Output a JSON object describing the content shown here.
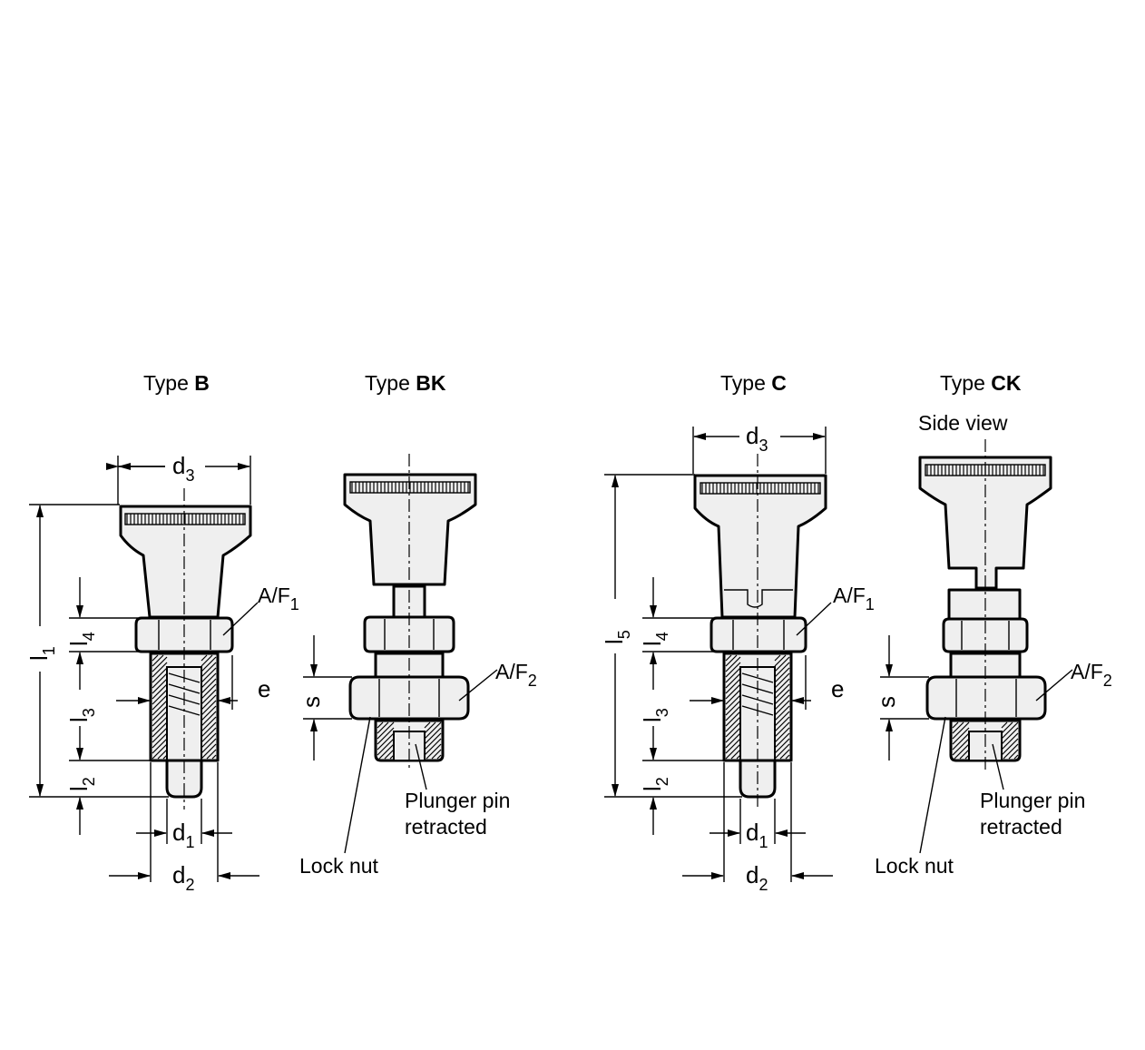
{
  "titles": {
    "type_b": {
      "prefix": "Type",
      "bold": "B"
    },
    "type_bk": {
      "prefix": "Type",
      "bold": "BK"
    },
    "type_c": {
      "prefix": "Type",
      "bold": "C"
    },
    "type_ck": {
      "prefix": "Type",
      "bold": "CK"
    }
  },
  "labels": {
    "side_view": "Side view",
    "lock_nut": "Lock nut",
    "plunger_line1": "Plunger pin",
    "plunger_line2": "retracted",
    "af1": {
      "main": "A/F",
      "sub": "1"
    },
    "af2": {
      "main": "A/F",
      "sub": "2"
    },
    "e": "e",
    "s": "s"
  },
  "dimensions": {
    "d1": {
      "main": "d",
      "sub": "1"
    },
    "d2": {
      "main": "d",
      "sub": "2"
    },
    "d3": {
      "main": "d",
      "sub": "3"
    },
    "l1": {
      "main": "l",
      "sub": "1"
    },
    "l2": {
      "main": "l",
      "sub": "2"
    },
    "l3": {
      "main": "l",
      "sub": "3"
    },
    "l4": {
      "main": "l",
      "sub": "4"
    },
    "l5": {
      "main": "l",
      "sub": "5"
    }
  }
}
